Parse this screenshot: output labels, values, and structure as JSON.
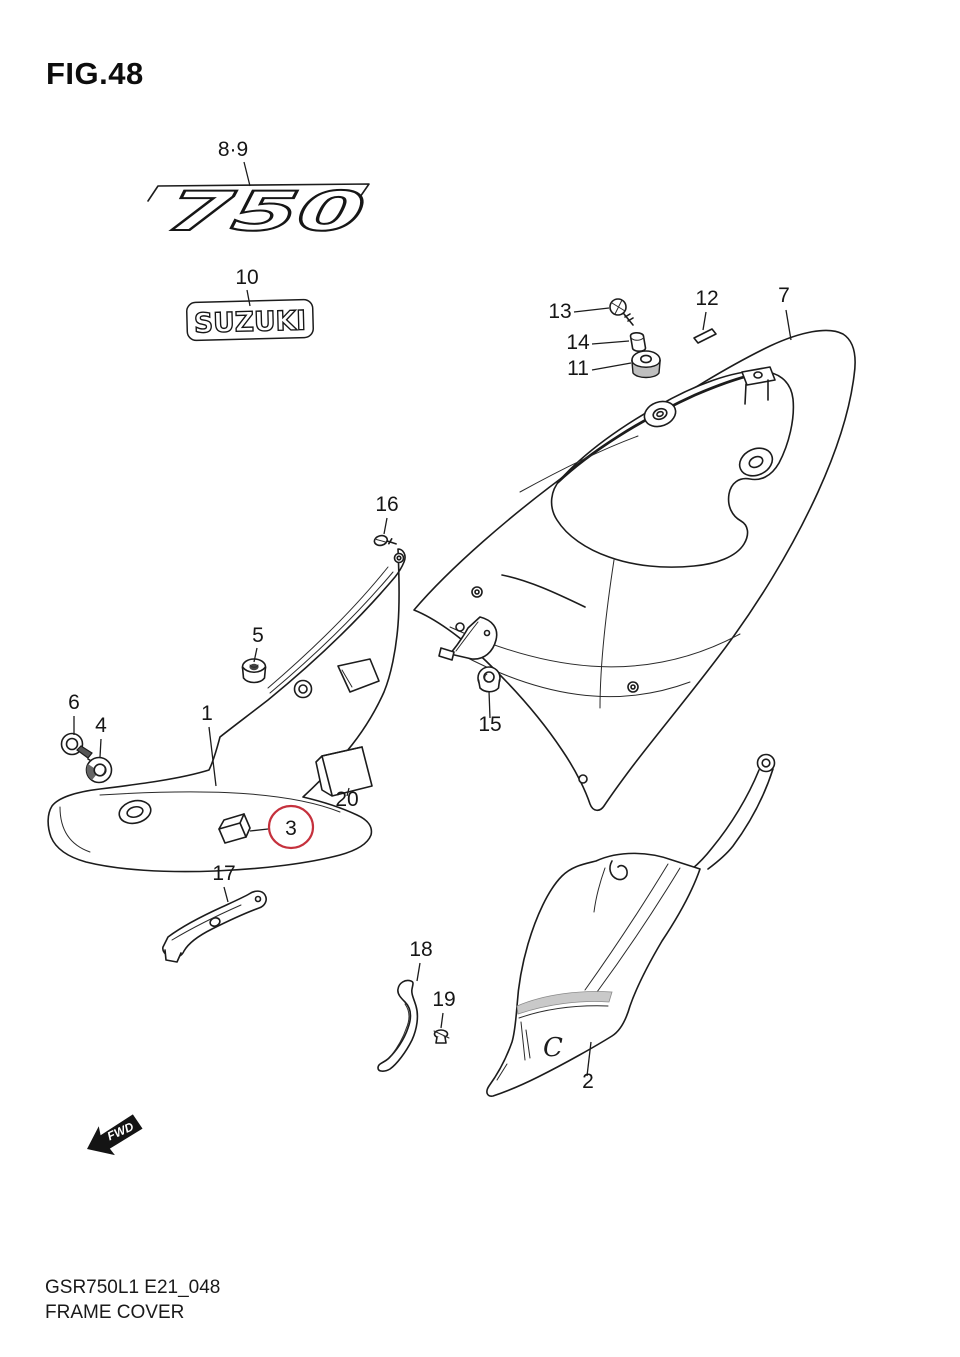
{
  "page": {
    "figure_title": "FIG.48",
    "model_code": "GSR750L1 E21_048",
    "figure_name": "FRAME COVER"
  },
  "emblems": {
    "displacement": "750",
    "brand": "SUZUKI"
  },
  "marks": {
    "fwd": "FWD",
    "part2_surface": "C"
  },
  "colors": {
    "line": "#1c1c1c",
    "highlight_circle": "#c5313d",
    "background": "#ffffff"
  },
  "callouts": [
    {
      "ref": "8-9",
      "text": "8·9",
      "highlighted": false
    },
    {
      "ref": "10",
      "text": "10",
      "highlighted": false
    },
    {
      "ref": "13",
      "text": "13",
      "highlighted": false
    },
    {
      "ref": "14",
      "text": "14",
      "highlighted": false
    },
    {
      "ref": "11",
      "text": "11",
      "highlighted": false
    },
    {
      "ref": "12",
      "text": "12",
      "highlighted": false
    },
    {
      "ref": "7",
      "text": "7",
      "highlighted": false
    },
    {
      "ref": "16",
      "text": "16",
      "highlighted": false
    },
    {
      "ref": "5",
      "text": "5",
      "highlighted": false
    },
    {
      "ref": "6",
      "text": "6",
      "highlighted": false
    },
    {
      "ref": "4",
      "text": "4",
      "highlighted": false
    },
    {
      "ref": "1",
      "text": "1",
      "highlighted": false
    },
    {
      "ref": "20",
      "text": "20",
      "highlighted": false
    },
    {
      "ref": "3",
      "text": "3",
      "highlighted": true
    },
    {
      "ref": "15",
      "text": "15",
      "highlighted": false
    },
    {
      "ref": "17",
      "text": "17",
      "highlighted": false
    },
    {
      "ref": "18",
      "text": "18",
      "highlighted": false
    },
    {
      "ref": "19",
      "text": "19",
      "highlighted": false
    },
    {
      "ref": "2",
      "text": "2",
      "highlighted": false
    }
  ]
}
